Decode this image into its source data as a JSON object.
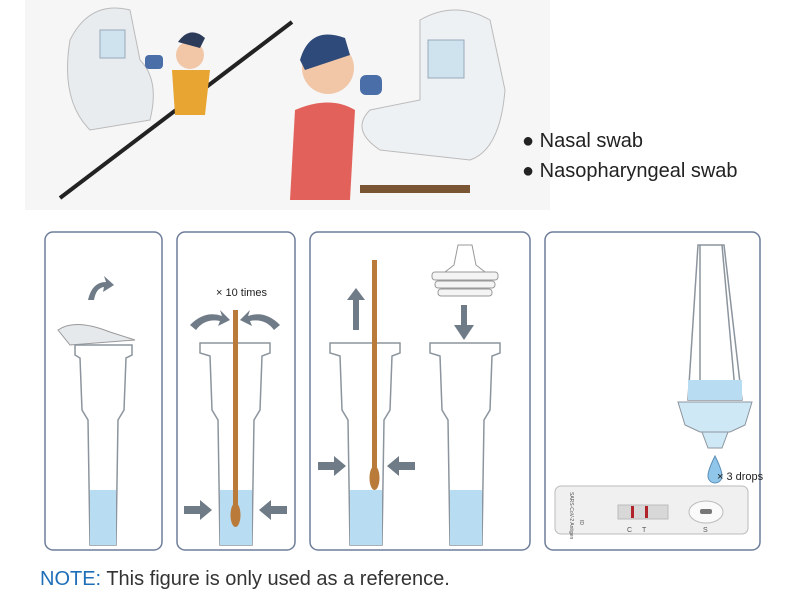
{
  "swab_types": [
    "Nasal swab",
    "Nasopharyngeal swab"
  ],
  "steps": {
    "step2_label": "× 10 times",
    "step4_label": "× 3 drops"
  },
  "test_cassette": {
    "title": "SARS-CoV-2 Antigen",
    "id_label": "ID",
    "control_label": "C",
    "test_label": "T",
    "sample_label": "S"
  },
  "note": {
    "label": "NOTE:",
    "text": " This figure is only used as a reference."
  },
  "colors": {
    "note_label": "#1f6fb8",
    "liquid": "#b8dcf2",
    "swab": "#b97a3a",
    "panel_border": "#6d7d9a"
  }
}
